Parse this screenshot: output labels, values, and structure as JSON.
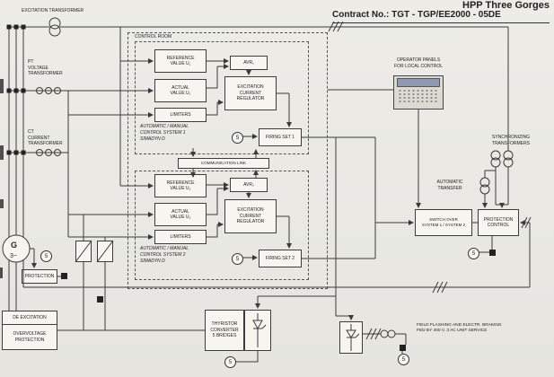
{
  "header": {
    "title": "HPP Three Gorges",
    "contract": "Contract No.: TGT - TGP/EE2000 - 05DE"
  },
  "left": {
    "excitation_transformer": "EXCITATION TRANSFORMER",
    "pt": "PT\nVOLTAGE\nTRANSFORMER",
    "ct": "CT\nCURRENT\nTRANSFORMER",
    "generator": "G",
    "generator_phases": "3~",
    "protection": "PROTECTION",
    "de_excitation": "DE EXCITATION",
    "overvoltage": "OVERVOLTAGE\nPROTECTION"
  },
  "control_room": {
    "label": "CONTROL ROOM",
    "communication_link": "COMMUNICATION LINK",
    "system1": {
      "reference": "REFERENCE\nVALUE U₁",
      "actual": "ACTUAL\nVALUE U₁",
      "limiters": "LIMITERS",
      "avr": "AVR₁",
      "regulator": "EXCITATION\nCURRENT\nREGULATOR",
      "firing_set": "FIRING SET 1",
      "caption": "AUTOMATIC / MANUAL\nCONTROL SYSTEM 1\nSIMADYN D"
    },
    "system2": {
      "reference": "REFERENCE\nVALUE U₂",
      "actual": "ACTUAL\nVALUE U₂",
      "limiters": "LIMITERS",
      "avr": "AVR₂",
      "regulator": "EXCITATION\nCURRENT\nREGULATOR",
      "firing_set": "FIRING SET 2",
      "caption": "AUTOMATIC / MANUAL\nCONTROL SYSTEM 2\nSIMADYN D"
    }
  },
  "right": {
    "operator_panels": "OPERATOR PANELS\nFOR LOCAL CONTROL",
    "synchronizing": "SYNCHRONIZING\nTRANSFORMERS",
    "automatic_transfer": "AUTOMATIC\nTRANSFER",
    "switch_over": "SWITCH OVER\nSYSTEM 1 / SYSTEM 2",
    "protection_control": "PROTECTION\nCONTROL"
  },
  "bottom": {
    "thyristor_converter": "THYRISTOR\nCONVERTER\n5 BRIDGES",
    "field_flashing": "FIELD FLASHING AND ELECTR. BRAKING\nFED BY 400 V, 3 AC UNIT SERVICE"
  },
  "markers": {
    "ref": "5"
  },
  "colors": {
    "ink": "#3a3a3a",
    "paper": "#e9e8e3",
    "box": "#f6f5f0"
  }
}
